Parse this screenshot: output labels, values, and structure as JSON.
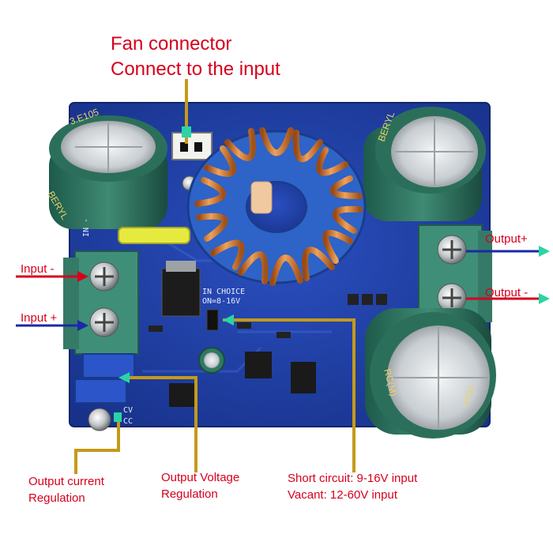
{
  "annotations": {
    "fan": {
      "line1": "Fan connector",
      "line2": "Connect to the input"
    },
    "input_minus": "Input -",
    "input_plus": "Input +",
    "output_plus": "Output+",
    "output_minus": "Output -",
    "current": {
      "line1": "Output current",
      "line2": "Regulation"
    },
    "voltage": {
      "line1": "Output Voltage",
      "line2": "Regulation"
    },
    "short": {
      "line1": "Short circuit: 9-16V input",
      "line2": "Vacant: 12-60V input"
    }
  },
  "silkscreen": {
    "in_choice": "IN CHOICE",
    "on_range": "ON=8-16V",
    "in_minus": "IN -",
    "cv": "CV",
    "cc": "CC",
    "cap_left": "3.E105",
    "cap_left_brand": "BERYL",
    "cap_right_brand": "BERYL",
    "cap_bottom": "RC(M)",
    "cap_bottom_value": "470u"
  },
  "colors": {
    "label_red": "#d6001c",
    "leader_gold": "#c49a1a",
    "pcb_blue": "#1f3fa6",
    "terminal_green": "#3f8f78"
  }
}
